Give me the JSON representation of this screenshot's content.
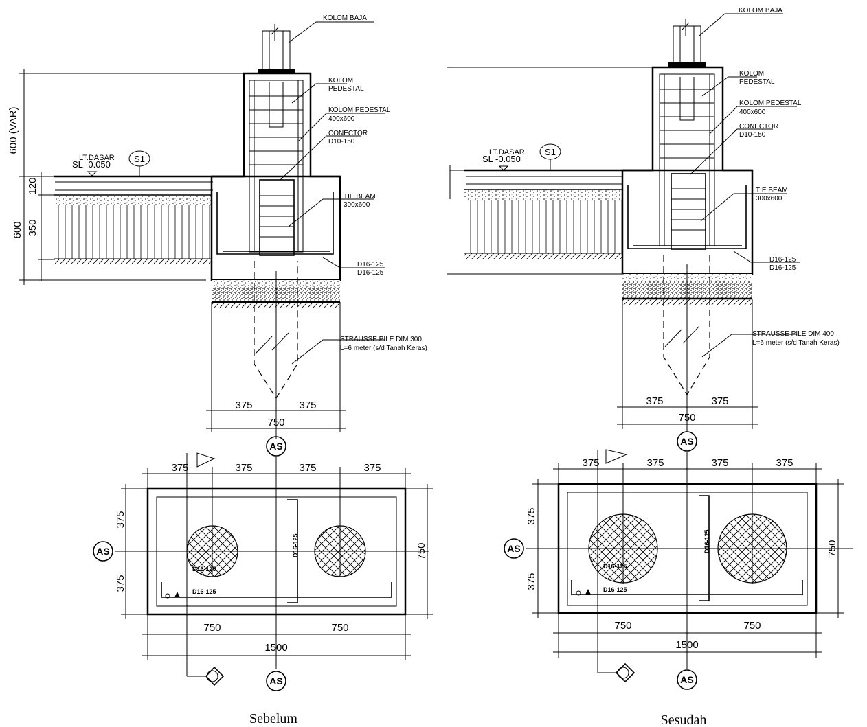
{
  "panels": [
    {
      "id": "sebelum",
      "caption": "Sebelum",
      "labels": {
        "kolom_baja": "KOLOM BAJA",
        "kolom_pedestal_1": "KOLOM",
        "kolom_pedestal_2": "PEDESTAL",
        "kolom_pedestal_size_1": "KOLOM PEDESTAL",
        "kolom_pedestal_size_2": "400x600",
        "conector_1": "CONECTOR",
        "conector_2": "D10-150",
        "lt_dasar_1": "LT.DASAR",
        "lt_dasar_2": "SL -0.050",
        "s1": "S1",
        "tie_beam_1": "TIE BEAM",
        "tie_beam_2": "300x600",
        "d16_a": "D16-125",
        "d16_b": "D16-125",
        "pile_1": "STRAUSSE PILE DIM 300",
        "pile_2": "L=6 meter (s/d Tanah Keras)",
        "plan_rebar_1": "D16-125",
        "plan_rebar_2": "D16-125",
        "plan_rebar_v": "D16-125",
        "as": "AS"
      },
      "dims": {
        "var": "600 (VAR)",
        "d120": "120",
        "d600": "600",
        "d350": "350",
        "sec_375a": "375",
        "sec_375b": "375",
        "sec_750": "750",
        "top_375_1": "375",
        "top_375_2": "375",
        "top_375_3": "375",
        "top_375_4": "375",
        "left_375a": "375",
        "left_375b": "375",
        "right_750": "750",
        "bot_750a": "750",
        "bot_750b": "750",
        "bot_1500": "1500"
      }
    },
    {
      "id": "sesudah",
      "caption": "Sesudah",
      "labels": {
        "kolom_baja": "KOLOM BAJA",
        "kolom_pedestal_1": "KOLOM",
        "kolom_pedestal_2": "PEDESTAL",
        "kolom_pedestal_size_1": "KOLOM PEDESTAL",
        "kolom_pedestal_size_2": "400x600",
        "conector_1": "CONECTOR",
        "conector_2": "D10-150",
        "lt_dasar_1": "LT.DASAR",
        "lt_dasar_2": "SL -0.050",
        "s1": "S1",
        "tie_beam_1": "TIE BEAM",
        "tie_beam_2": "300x600",
        "d16_a": "D16-125",
        "d16_b": "D16-125",
        "pile_1": "STRAUSSE PILE DIM 400",
        "pile_2": "L=6 meter (s/d Tanah Keras)",
        "plan_rebar_1": "D16-125",
        "plan_rebar_2": "D16-125",
        "plan_rebar_v": "D16-125",
        "as": "AS"
      },
      "dims": {
        "sec_375a": "375",
        "sec_375b": "375",
        "sec_750": "750",
        "top_375_1": "375",
        "top_375_2": "375",
        "top_375_3": "375",
        "top_375_4": "375",
        "left_375a": "375",
        "left_375b": "375",
        "right_750": "750",
        "bot_750a": "750",
        "bot_750b": "750",
        "bot_1500": "1500"
      }
    }
  ]
}
